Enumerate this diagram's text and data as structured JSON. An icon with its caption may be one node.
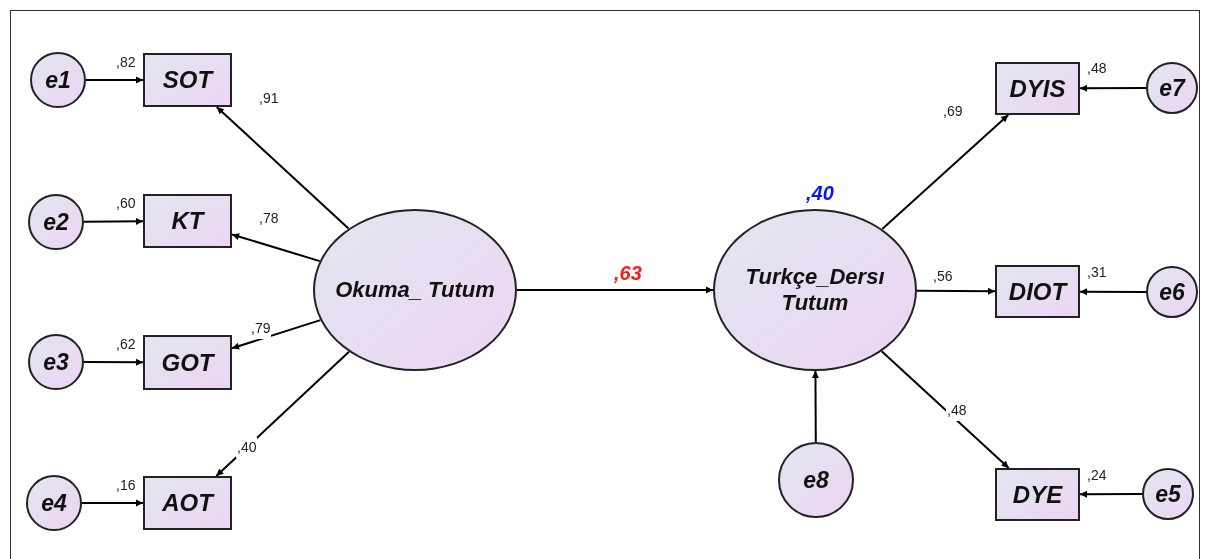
{
  "diagram": {
    "nodes": [
      {
        "text": [
          "e1"
        ]
      },
      {
        "text": [
          "SOT"
        ],
        "beside": [
          ",82"
        ]
      },
      {
        "text": [
          "e2"
        ]
      },
      {
        "text": [
          "KT"
        ],
        "beside": [
          ",60"
        ]
      },
      {
        "text": [
          "e3"
        ]
      },
      {
        "text": [
          "GOT"
        ],
        "beside": [
          ",62"
        ]
      },
      {
        "text": [
          "e4"
        ]
      },
      {
        "text": [
          "AOT"
        ],
        "beside": [
          ",16"
        ]
      },
      {
        "text": [
          "Okuma_ Tutum"
        ]
      },
      {
        "text": [
          "Turkçe_Dersı Tutum"
        ],
        "beside": [
          ",40"
        ]
      },
      {
        "text": [
          "e8"
        ]
      },
      {
        "text": [
          "DYIS"
        ],
        "beside": [
          ",48"
        ]
      },
      {
        "text": [
          "DIOT"
        ],
        "beside": [
          ",31"
        ]
      },
      {
        "text": [
          "DYE"
        ],
        "beside": [
          ",24"
        ]
      },
      {
        "text": [
          "e7"
        ]
      },
      {
        "text": [
          "e6"
        ]
      },
      {
        "text": [
          "e5"
        ]
      }
    ],
    "edges": [
      {
        "from": 0,
        "to": 1,
        "arrow": "to"
      },
      {
        "from": 2,
        "to": 3,
        "arrow": "to"
      },
      {
        "from": 4,
        "to": 5,
        "arrow": "to"
      },
      {
        "from": 6,
        "to": 7,
        "arrow": "to"
      },
      {
        "from": 8,
        "to": 1,
        "arrow": "to",
        "label": ",91"
      },
      {
        "from": 8,
        "to": 3,
        "arrow": "to",
        "label": ",78"
      },
      {
        "from": 8,
        "to": 5,
        "arrow": "to",
        "label": ",79"
      },
      {
        "from": 8,
        "to": 7,
        "arrow": "to",
        "label": ",40"
      },
      {
        "from": 8,
        "to": 9,
        "arrow": "to",
        "label": ",63"
      },
      {
        "from": 9,
        "to": 11,
        "arrow": "to",
        "label": ",69"
      },
      {
        "from": 9,
        "to": 12,
        "arrow": "to",
        "label": ",56"
      },
      {
        "from": 9,
        "to": 13,
        "arrow": "to",
        "label": ",48"
      },
      {
        "from": 10,
        "to": 9,
        "arrow": "to"
      },
      {
        "from": 14,
        "to": 11,
        "arrow": "to"
      },
      {
        "from": 15,
        "to": 12,
        "arrow": "to"
      },
      {
        "from": 16,
        "to": 13,
        "arrow": "to"
      }
    ]
  }
}
